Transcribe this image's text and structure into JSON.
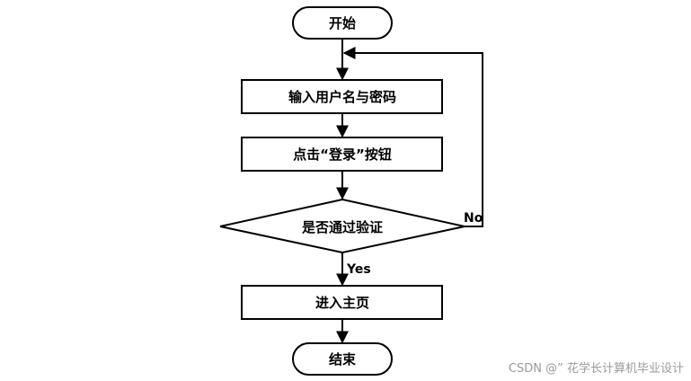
{
  "nodes": {
    "start": {
      "shape": "terminator",
      "label": "开始"
    },
    "input": {
      "shape": "process",
      "label": "输入用户名与密码"
    },
    "click_login": {
      "shape": "process",
      "label": "点击“登录”按钮"
    },
    "verify": {
      "shape": "decision",
      "label": "是否通过验证"
    },
    "home": {
      "shape": "process",
      "label": "进入主页"
    },
    "end": {
      "shape": "terminator",
      "label": "结束"
    }
  },
  "edges": {
    "start_to_input": {
      "from": "start",
      "to": "input",
      "label": ""
    },
    "input_to_click": {
      "from": "input",
      "to": "click_login",
      "label": ""
    },
    "click_to_verify": {
      "from": "click_login",
      "to": "verify",
      "label": ""
    },
    "verify_yes": {
      "from": "verify",
      "to": "home",
      "label": "Yes"
    },
    "verify_no": {
      "from": "verify",
      "to": "input",
      "label": "No"
    },
    "home_to_end": {
      "from": "home",
      "to": "end",
      "label": ""
    }
  },
  "watermark": "CSDN @” 花学长计算机毕业设计",
  "colors": {
    "stroke": "#000000",
    "fill": "#ffffff",
    "watermark": "#9a9a9a"
  }
}
